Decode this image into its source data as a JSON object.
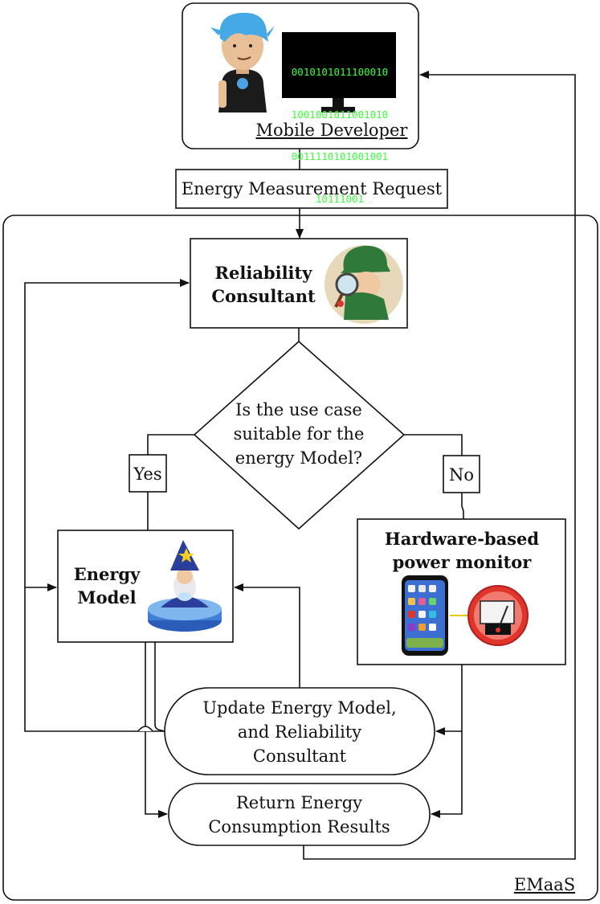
{
  "developer": {
    "label": "Mobile Developer",
    "screen_lines": [
      "0010101011100010",
      "1001001011001010",
      "0011110101001001",
      "10111001"
    ]
  },
  "request": {
    "label": "Energy Measurement Request"
  },
  "consultant": {
    "label_lines": [
      "Reliability",
      "Consultant"
    ]
  },
  "decision": {
    "lines": [
      "Is the use case",
      "suitable for the",
      "energy Model?"
    ]
  },
  "branches": {
    "yes": "Yes",
    "no": "No"
  },
  "energy_model": {
    "label_lines": [
      "Energy",
      "Model"
    ]
  },
  "power_monitor": {
    "label_lines": [
      "Hardware-based",
      "power monitor"
    ]
  },
  "update": {
    "lines": [
      "Update Energy Model,",
      "and Reliability",
      "Consultant"
    ]
  },
  "results": {
    "lines": [
      "Return Energy",
      "Consumption Results"
    ]
  },
  "system": {
    "label": "EMaaS"
  },
  "colors": {
    "line": "#111111",
    "screen_text": "#3cff3c",
    "hair": "#45a9e6",
    "gnome_blue": "#2a3e9c",
    "sleuth_green": "#2f7a3a",
    "meter_red": "#e0352b"
  }
}
